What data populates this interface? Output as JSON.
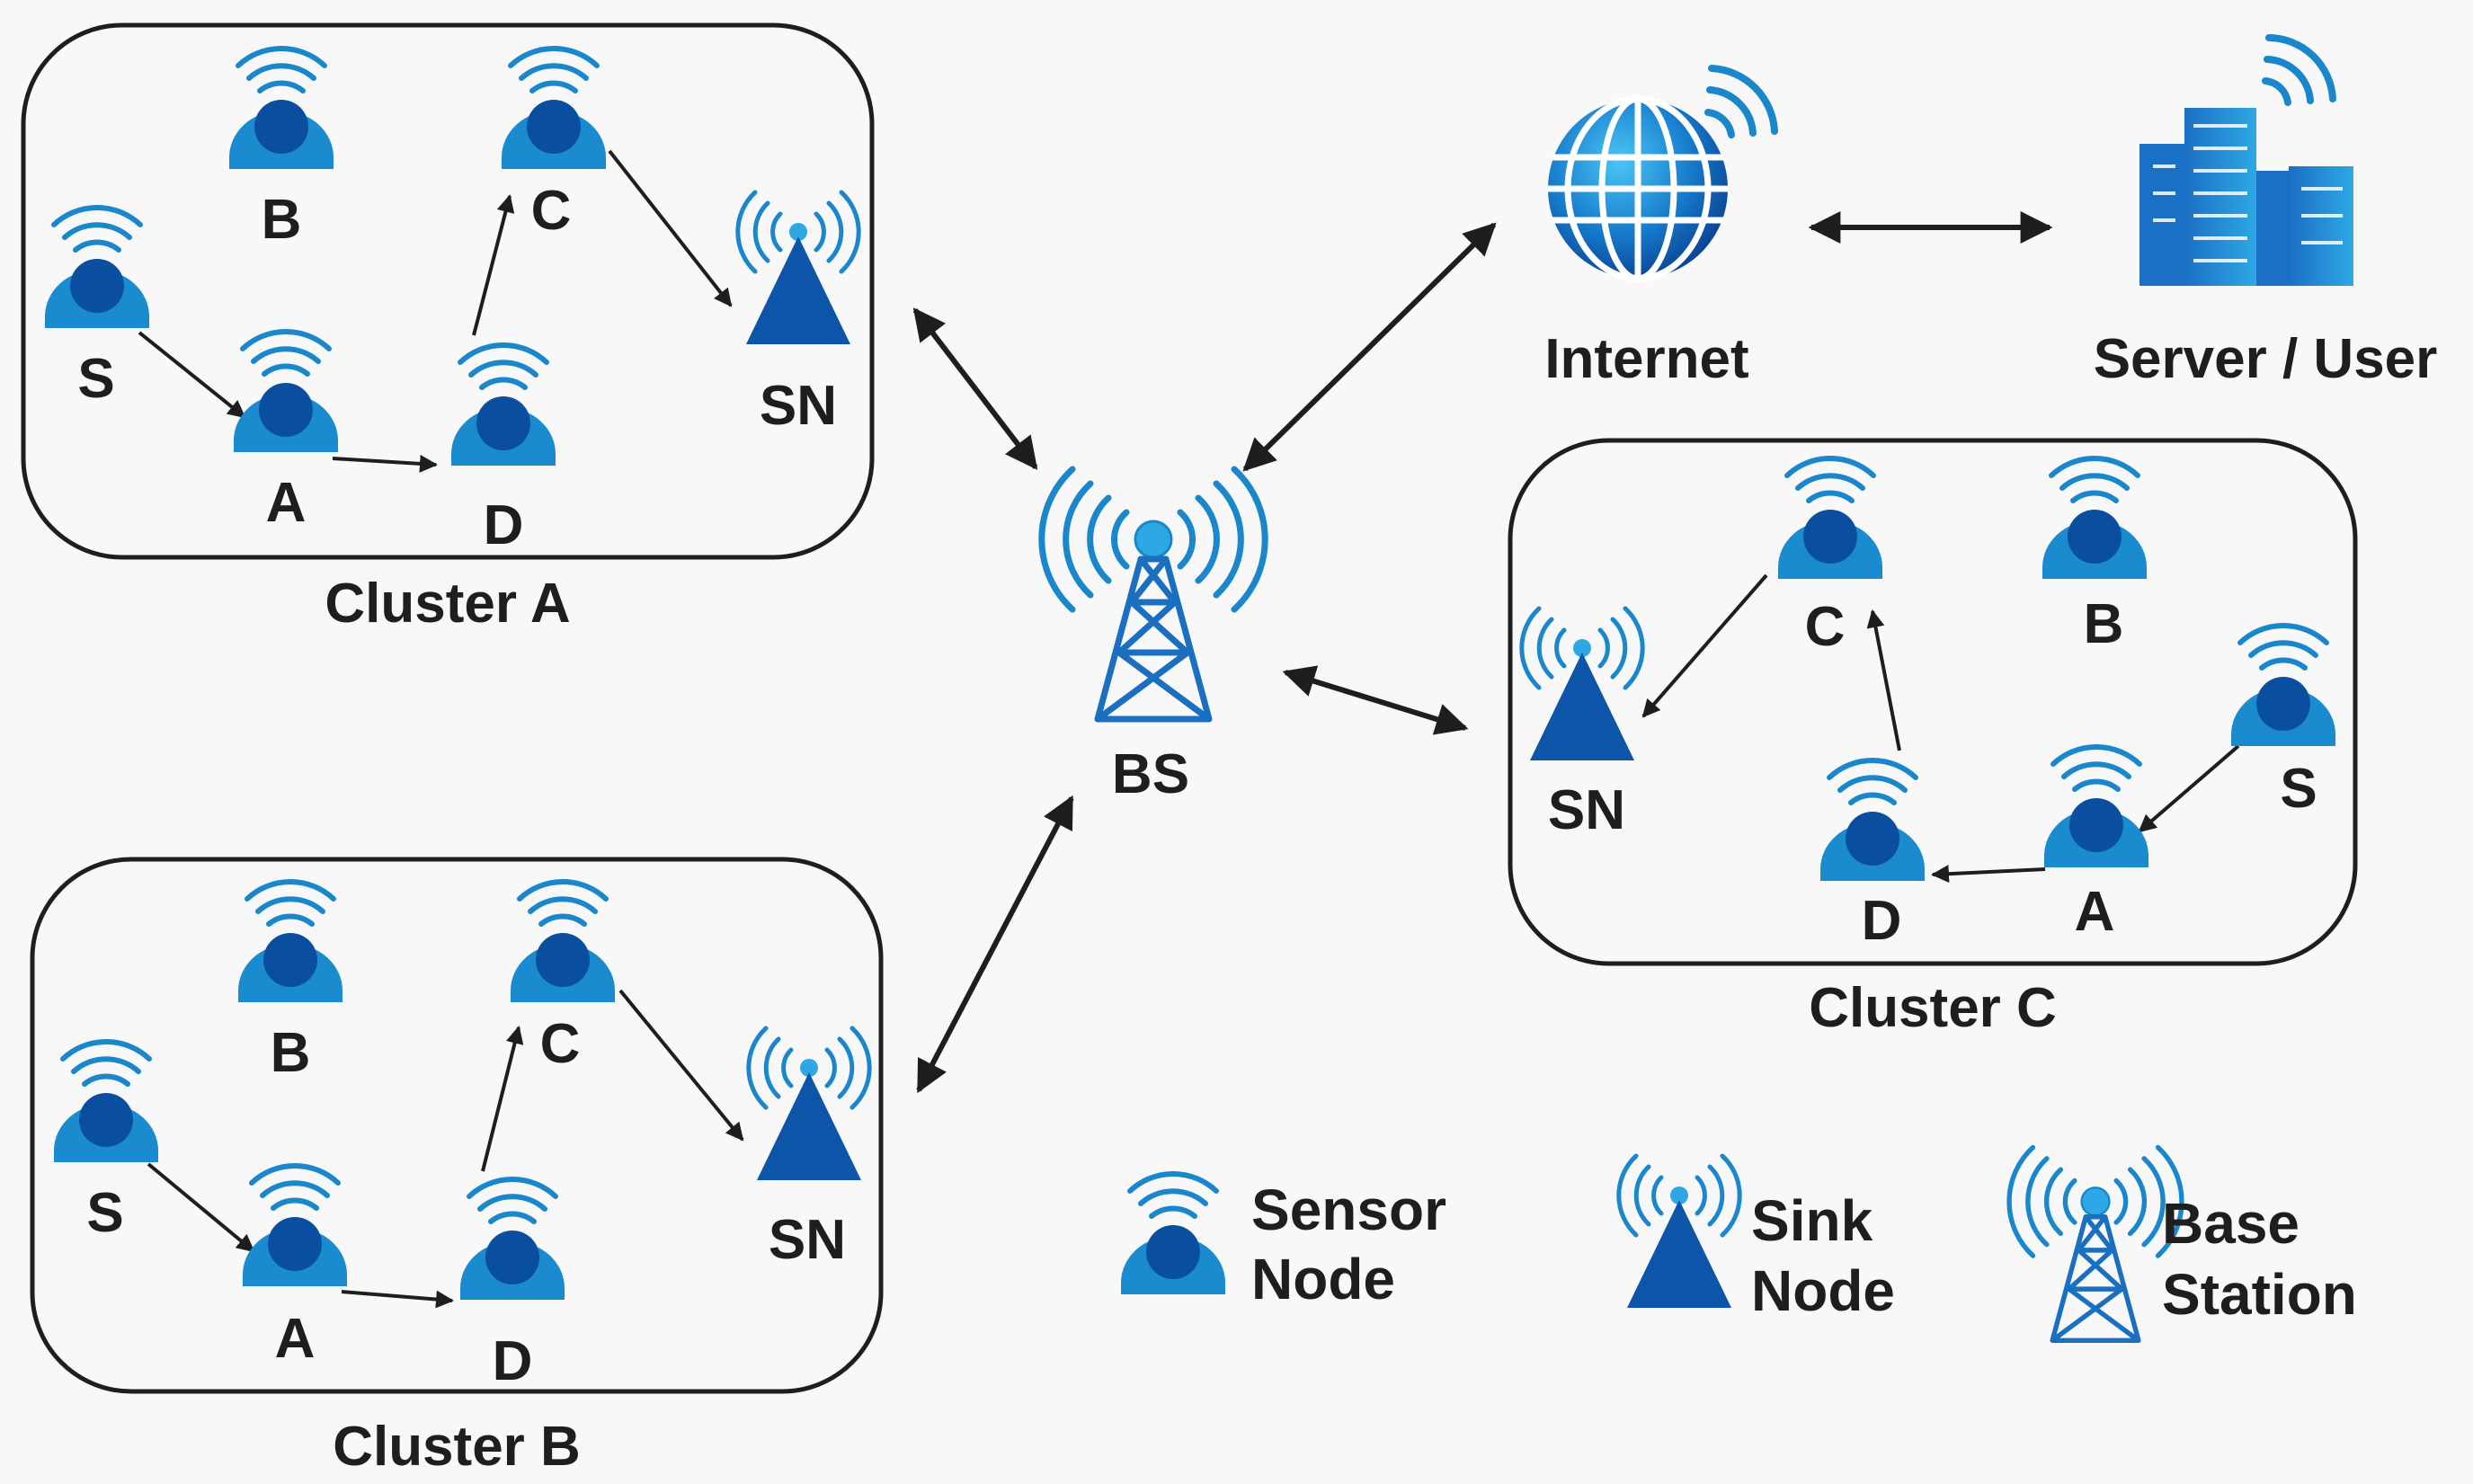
{
  "clusters": {
    "a": {
      "title": "Cluster A",
      "nodes": {
        "s": "S",
        "b": "B",
        "c": "C",
        "a": "A",
        "d": "D",
        "sn": "SN"
      }
    },
    "b": {
      "title": "Cluster B",
      "nodes": {
        "s": "S",
        "b": "B",
        "c": "C",
        "a": "A",
        "d": "D",
        "sn": "SN"
      }
    },
    "c": {
      "title": "Cluster C",
      "nodes": {
        "s": "S",
        "b": "B",
        "c": "C",
        "a": "A",
        "d": "D",
        "sn": "SN"
      }
    }
  },
  "base_station": {
    "label": "BS"
  },
  "internet": {
    "label": "Internet"
  },
  "server": {
    "label": "Server / User"
  },
  "legend": {
    "sensor": {
      "line1": "Sensor",
      "line2": "Node"
    },
    "sink": {
      "line1": "Sink",
      "line2": "Node"
    },
    "base": {
      "line1": "Base",
      "line2": "Station"
    }
  },
  "colors": {
    "dark_blue": "#0a4ea0",
    "mid_blue": "#1a86cc",
    "light_blue": "#2ea8e4",
    "frame": "#1e1e1e"
  }
}
